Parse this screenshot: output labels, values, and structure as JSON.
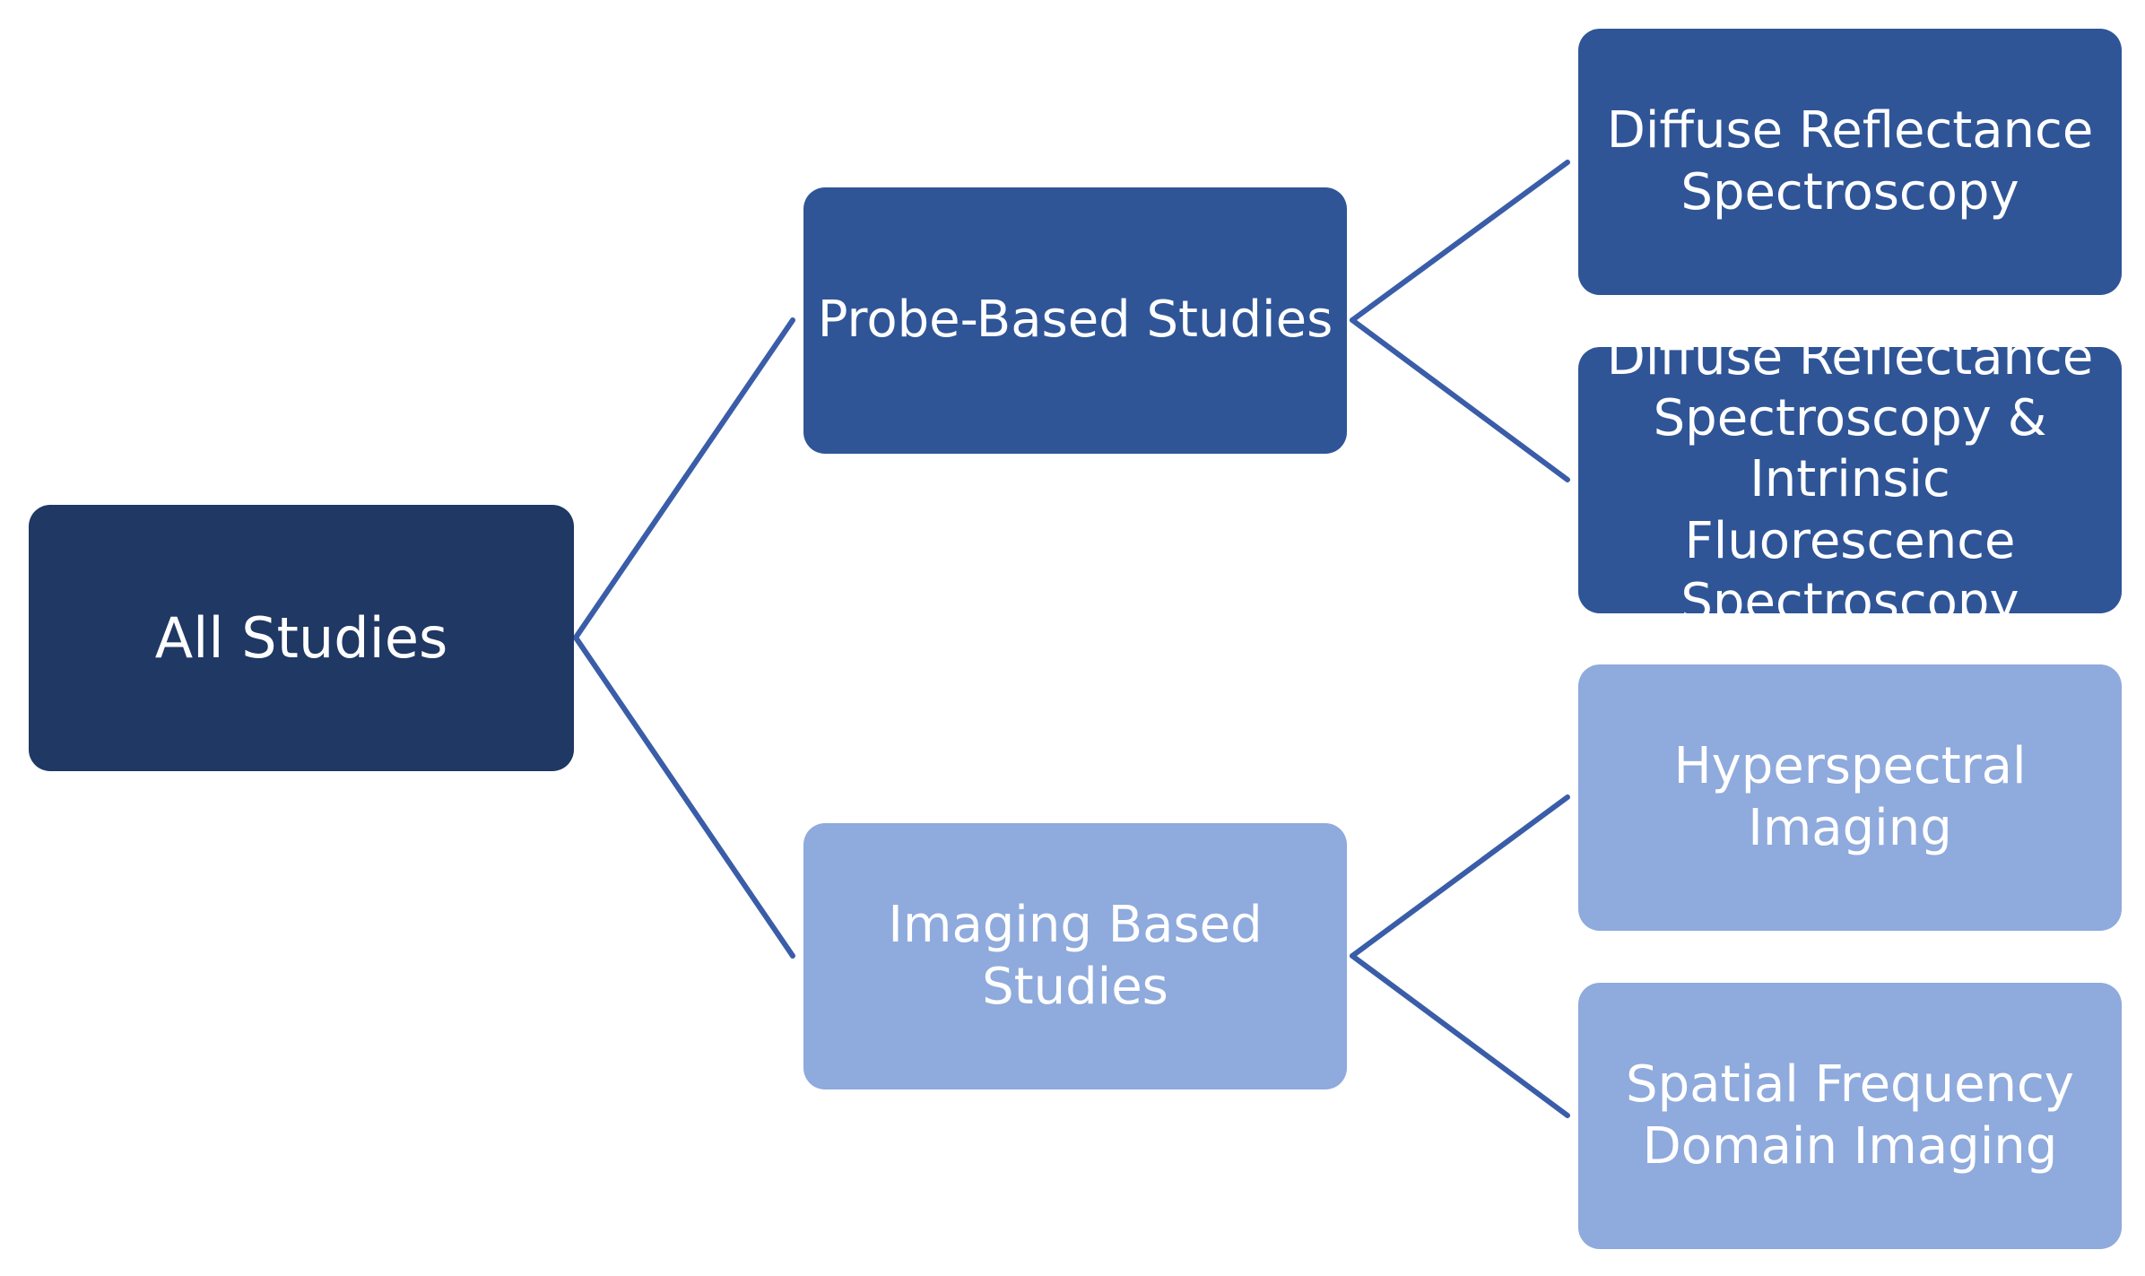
{
  "colors": {
    "root": "#1f3864",
    "probe_branch": "#2f5597",
    "imaging_branch": "#8faadc",
    "connector": "#3a5da8",
    "text": "#ffffff"
  },
  "nodes": {
    "root": {
      "label": "All Studies"
    },
    "probe": {
      "label": "Probe-Based Studies"
    },
    "imaging": {
      "label": "Imaging Based\nStudies"
    },
    "drs": {
      "label": "Diffuse Reflectance\nSpectroscopy"
    },
    "drs_ifs": {
      "label": "Diffuse Reflectance\nSpectroscopy &\nIntrinsic Fluorescence\nSpectroscopy"
    },
    "hsi": {
      "label": "Hyperspectral\nImaging"
    },
    "sfdi": {
      "label": "Spatial Frequency\nDomain Imaging"
    }
  },
  "edges": [
    {
      "from": "root",
      "to": "probe"
    },
    {
      "from": "root",
      "to": "imaging"
    },
    {
      "from": "probe",
      "to": "drs"
    },
    {
      "from": "probe",
      "to": "drs_ifs"
    },
    {
      "from": "imaging",
      "to": "hsi"
    },
    {
      "from": "imaging",
      "to": "sfdi"
    }
  ]
}
